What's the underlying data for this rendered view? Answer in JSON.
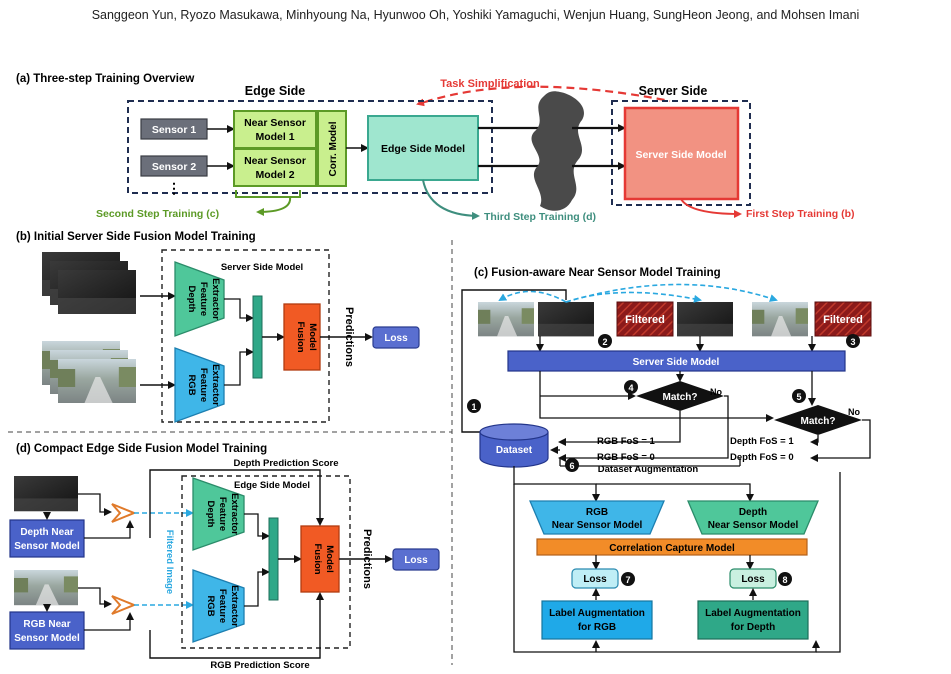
{
  "header": {
    "authors": "Sanggeon Yun, Ryozo Masukawa, Minhyoung Na, Hyunwoo Oh, Yoshiki Yamaguchi, Wenjun Huang, SungHeon Jeong, and Mohsen Imani"
  },
  "panel_a": {
    "title": "(a) Three-step Training Overview",
    "edge_side": "Edge Side",
    "server_side": "Server Side",
    "task_simplification": "Task Simplification",
    "sensor1": "Sensor 1",
    "sensor2": "Sensor 2",
    "dots": "⋮",
    "nsm1_line1": "Near Sensor",
    "nsm1_line2": "Model 1",
    "nsm2_line1": "Near Sensor",
    "nsm2_line2": "Model 2",
    "corr_model": "Corr. Model",
    "edge_model": "Edge Side Model",
    "server_model": "Server Side Model",
    "second_step": "Second Step Training (c)",
    "third_step": "Third Step Training (d)",
    "first_step": "First Step Training (b)"
  },
  "panel_b": {
    "title": "(b) Initial Server Side Fusion Model Training",
    "server_model_label": "Server Side Model",
    "depth_fe": [
      "Depth",
      "Feature",
      "Extractor"
    ],
    "rgb_fe": [
      "RGB",
      "Feature",
      "Extractor"
    ],
    "fusion": [
      "Fusion",
      "Model"
    ],
    "predictions": "Predictions",
    "loss": "Loss"
  },
  "panel_c": {
    "title": "(c) Fusion-aware Near Sensor Model Training",
    "filtered": "Filtered",
    "server_model": "Server Side Model",
    "match": "Match?",
    "no": "No",
    "dataset": "Dataset",
    "rgb_fos_1": "RGB FoS = 1",
    "rgb_fos_0": "RGB FoS = 0",
    "depth_fos_1": "Depth FoS = 1",
    "depth_fos_0": "Depth FoS = 0",
    "dataset_aug": "Dataset Augmentation",
    "rgb_nsm": [
      "RGB",
      "Near Sensor Model"
    ],
    "depth_nsm": [
      "Depth",
      "Near Sensor Model"
    ],
    "ccm": "Correlation Capture Model",
    "loss": "Loss",
    "label_aug_rgb": [
      "Label Augmentation",
      "for RGB"
    ],
    "label_aug_depth": [
      "Label Augmentation",
      "for Depth"
    ],
    "steps": [
      "1",
      "2",
      "3",
      "4",
      "5",
      "6",
      "7",
      "8"
    ]
  },
  "panel_d": {
    "title": "(d) Compact Edge Side Fusion Model Training",
    "depth_pred_score": "Depth Prediction Score",
    "rgb_pred_score": "RGB Prediction Score",
    "edge_model_label": "Edge Side Model",
    "depth_nsm": [
      "Depth Near",
      "Sensor Model"
    ],
    "rgb_nsm": [
      "RGB Near",
      "Sensor Model"
    ],
    "filtered_image": "Filtered Image",
    "depth_fe": [
      "Depth",
      "Feature",
      "Extractor"
    ],
    "rgb_fe": [
      "RGB",
      "Feature",
      "Extractor"
    ],
    "fusion": [
      "Fusion",
      "Model"
    ],
    "predictions": "Predictions",
    "loss": "Loss"
  },
  "colors": {
    "navy": "#1f2d50",
    "green_box": "#c9ef8e",
    "green_border": "#5c9a26",
    "teal_box": "#9fe6cf",
    "salmon": "#f29282",
    "red": "#e53935",
    "blue_box": "#4a62c9",
    "loss_box": "#5a6fd0",
    "cyan": "#3fb6e8",
    "mint": "#4fc79a",
    "orange": "#f07a2a",
    "dark_teal": "#1e8f73"
  }
}
